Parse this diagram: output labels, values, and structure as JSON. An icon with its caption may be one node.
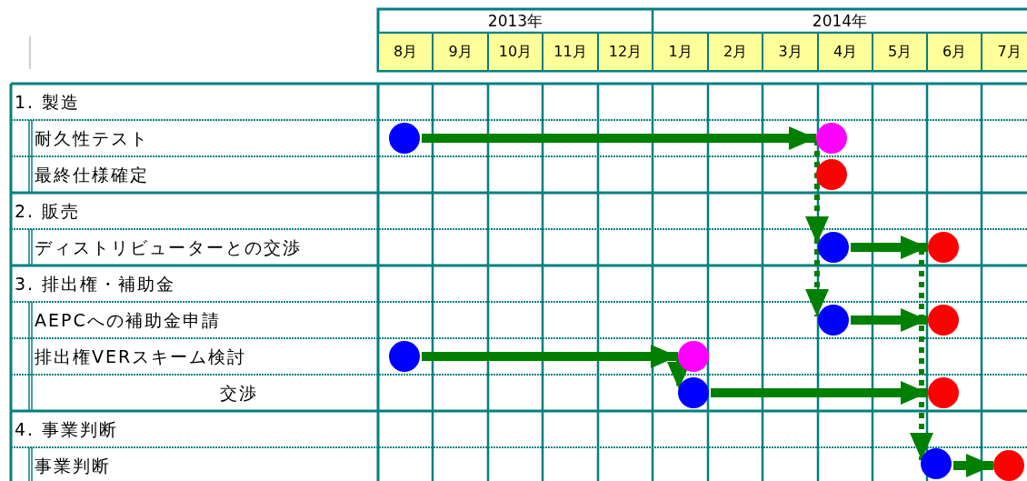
{
  "diagram": {
    "nodes": [
      {
        "text": [],
        "shape": "circle"
      },
      {
        "text": [],
        "shape": "circle"
      },
      {
        "text": [],
        "shape": "circle"
      },
      {
        "text": [],
        "shape": "circle"
      },
      {
        "text": [],
        "shape": "circle"
      },
      {
        "text": [],
        "shape": "circle"
      },
      {
        "text": [],
        "shape": "circle"
      },
      {
        "text": [],
        "shape": "circle"
      },
      {
        "text": [],
        "shape": "circle"
      },
      {
        "text": [],
        "shape": "circle"
      },
      {
        "text": [],
        "shape": "circle"
      },
      {
        "text": [],
        "shape": "circle"
      },
      {
        "text": [],
        "shape": "circle"
      }
    ],
    "edges": [
      {
        "from": 0,
        "to": 1,
        "arrow": "to"
      },
      {
        "from": 1,
        "to": 3,
        "arrow": "to",
        "style": "dashed"
      },
      {
        "from": 1,
        "to": 5,
        "arrow": "to",
        "style": "dashed"
      },
      {
        "from": 3,
        "to": 4,
        "arrow": "to"
      },
      {
        "from": 5,
        "to": 6,
        "arrow": "to"
      },
      {
        "from": 4,
        "to": 11,
        "arrow": "to",
        "style": "dashed"
      },
      {
        "from": 7,
        "to": 8,
        "arrow": "to"
      },
      {
        "from": 8,
        "to": 9,
        "arrow": "to",
        "style": "dashed"
      },
      {
        "from": 9,
        "to": 10,
        "arrow": "to"
      },
      {
        "from": 11,
        "to": 12,
        "arrow": "to"
      }
    ],
    "labels": [
      "2013年",
      "2014年",
      "8月",
      "9月",
      "10月",
      "11月",
      "12月",
      "1月",
      "2月",
      "3月",
      "4月",
      "5月",
      "6月",
      "7月",
      "1. 製造",
      "耐久性テスト",
      "最終仕様確定",
      "2. 販売",
      "ディストリビューターとの交渉",
      "3. 排出権・補助金",
      "AEPCへの補助金申請",
      "排出権VERスキーム検討",
      "交渉",
      "4. 事業判断",
      "事業判断"
    ]
  }
}
